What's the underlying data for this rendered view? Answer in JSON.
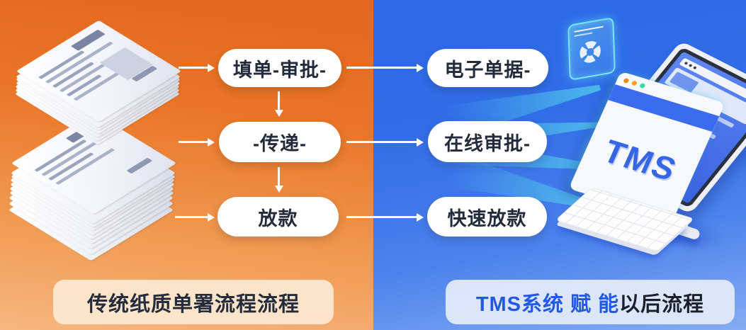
{
  "left_panel": {
    "caption": "传统纸质单署流程流程",
    "steps": [
      {
        "label": "填单-审批-"
      },
      {
        "label": "-传递-"
      },
      {
        "label": "放款"
      }
    ]
  },
  "right_panel": {
    "caption_highlight": "TMS系统 赋 能",
    "caption_rest": "以后流程",
    "steps": [
      {
        "label": "电子单据-"
      },
      {
        "label": "在线审批-"
      },
      {
        "label": "快速放款"
      }
    ],
    "monitor": {
      "screen_text": "TMS"
    }
  },
  "icons": {
    "paper_stack": "paper-stack-illustration",
    "app_card": "app-window-icon",
    "back_monitor": "computer-monitor-icon",
    "browser_window": "browser-window-icon",
    "keyboard": "keyboard-icon",
    "arrows": "arrow-icons"
  },
  "colors": {
    "orange_top": "#e3661c",
    "orange_bottom": "#f7b67f",
    "blue_top": "#2c68e7",
    "blue_bottom": "#85acf3",
    "pill_background": "#ffffff",
    "pill_text": "#232a3a",
    "caption_text": "#1a1f2b",
    "caption_highlight": "#2158e6",
    "monitor_text_color": "#3566e3",
    "beam": "#56d6eb"
  }
}
